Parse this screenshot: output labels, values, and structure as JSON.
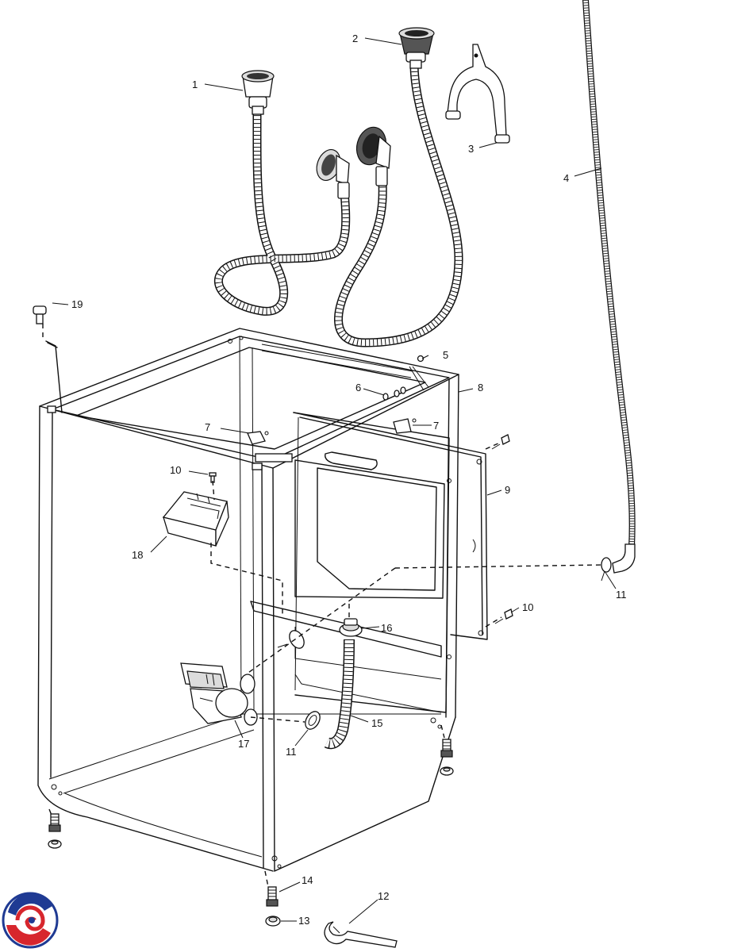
{
  "callouts": [
    {
      "label": "1"
    },
    {
      "label": "2"
    },
    {
      "label": "3"
    },
    {
      "label": "4"
    },
    {
      "label": "5"
    },
    {
      "label": "6"
    },
    {
      "label": "7"
    },
    {
      "label": "7"
    },
    {
      "label": "8"
    },
    {
      "label": "9"
    },
    {
      "label": "10"
    },
    {
      "label": "10"
    },
    {
      "label": "11"
    },
    {
      "label": "11"
    },
    {
      "label": "12"
    },
    {
      "label": "13"
    },
    {
      "label": "14"
    },
    {
      "label": "15"
    },
    {
      "label": "16"
    },
    {
      "label": "17"
    },
    {
      "label": "18"
    },
    {
      "label": "19"
    }
  ],
  "icons": {
    "logo": "swirl-logo-icon"
  },
  "colors": {
    "line": "#111111",
    "logo_red": "#d7262d",
    "logo_blue": "#1f3a93"
  }
}
